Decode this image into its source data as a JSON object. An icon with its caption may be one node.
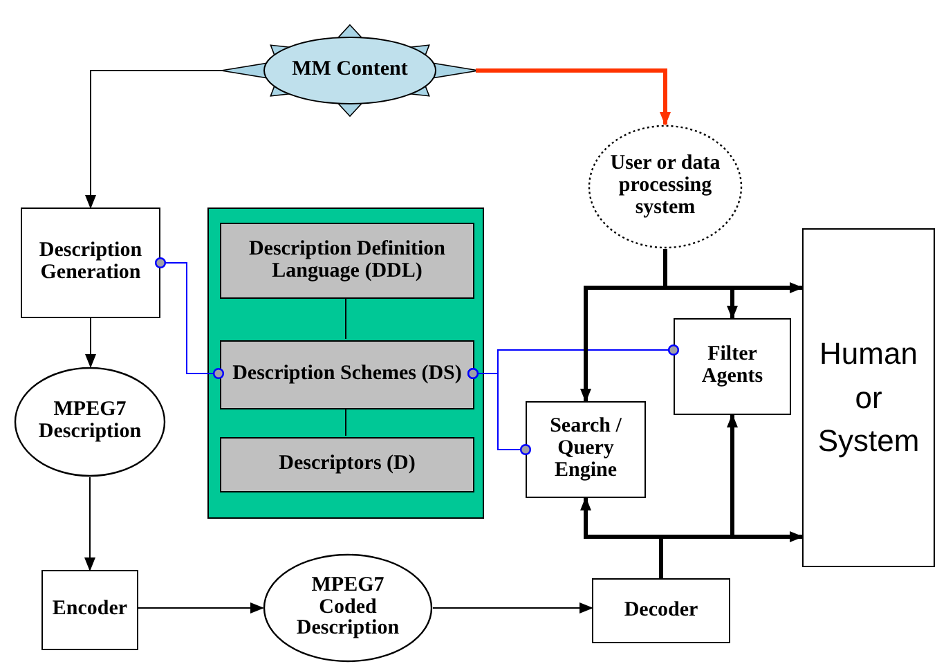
{
  "diagram": {
    "nodes": [
      {
        "text": [
          "MM Content"
        ]
      },
      {
        "text": [
          "User or data processing system"
        ]
      },
      {
        "text": [
          "Description Generation"
        ]
      },
      {
        "text": [],
        "shape": "box"
      },
      {
        "text": [
          "Description Definition Language (DDL)"
        ],
        "in": 3
      },
      {
        "text": [
          "Description Schemes (DS)"
        ],
        "in": 3
      },
      {
        "text": [
          "Descriptors (D)"
        ],
        "in": 3
      },
      {
        "text": [
          "MPEG7 Description"
        ]
      },
      {
        "text": [
          "Search / Query Engine"
        ]
      },
      {
        "text": [
          "Filter Agents"
        ]
      },
      {
        "text": [
          "Human or System"
        ]
      },
      {
        "text": [
          "Encoder"
        ]
      },
      {
        "text": [
          "MPEG7 Coded Description"
        ]
      },
      {
        "text": [
          "Decoder"
        ]
      }
    ],
    "edges": [
      {
        "from": 0,
        "to": 2,
        "arrow": "to"
      },
      {
        "from": 0,
        "to": 1,
        "arrow": "to",
        "style": "thick",
        "color": "#ff3300"
      },
      {
        "from": 2,
        "to": 7,
        "arrow": "to"
      },
      {
        "from": 7,
        "to": 11,
        "arrow": "to"
      },
      {
        "from": 11,
        "to": 12,
        "arrow": "to"
      },
      {
        "from": 12,
        "to": 13,
        "arrow": "to"
      },
      {
        "from": 2,
        "to": 5,
        "arrow": "other",
        "color": "#0000ff"
      },
      {
        "from": 5,
        "to": 9,
        "arrow": "other",
        "color": "#0000ff"
      },
      {
        "from": 5,
        "to": 8,
        "arrow": "other",
        "color": "#0000ff"
      },
      {
        "from": 1,
        "to": 10,
        "arrow": "to",
        "style": "thick"
      },
      {
        "from": 1,
        "to": 9,
        "arrow": "to",
        "style": "thick"
      },
      {
        "from": 1,
        "to": 8,
        "arrow": "to",
        "style": "thick"
      },
      {
        "from": 13,
        "to": 8,
        "arrow": "to",
        "style": "thick"
      },
      {
        "from": 13,
        "to": 9,
        "arrow": "to",
        "style": "thick"
      },
      {
        "from": 13,
        "to": 10,
        "arrow": "to",
        "style": "thick"
      },
      {
        "from": 4,
        "to": 5,
        "arrow": "none"
      },
      {
        "from": 5,
        "to": 6,
        "arrow": "none"
      }
    ]
  }
}
